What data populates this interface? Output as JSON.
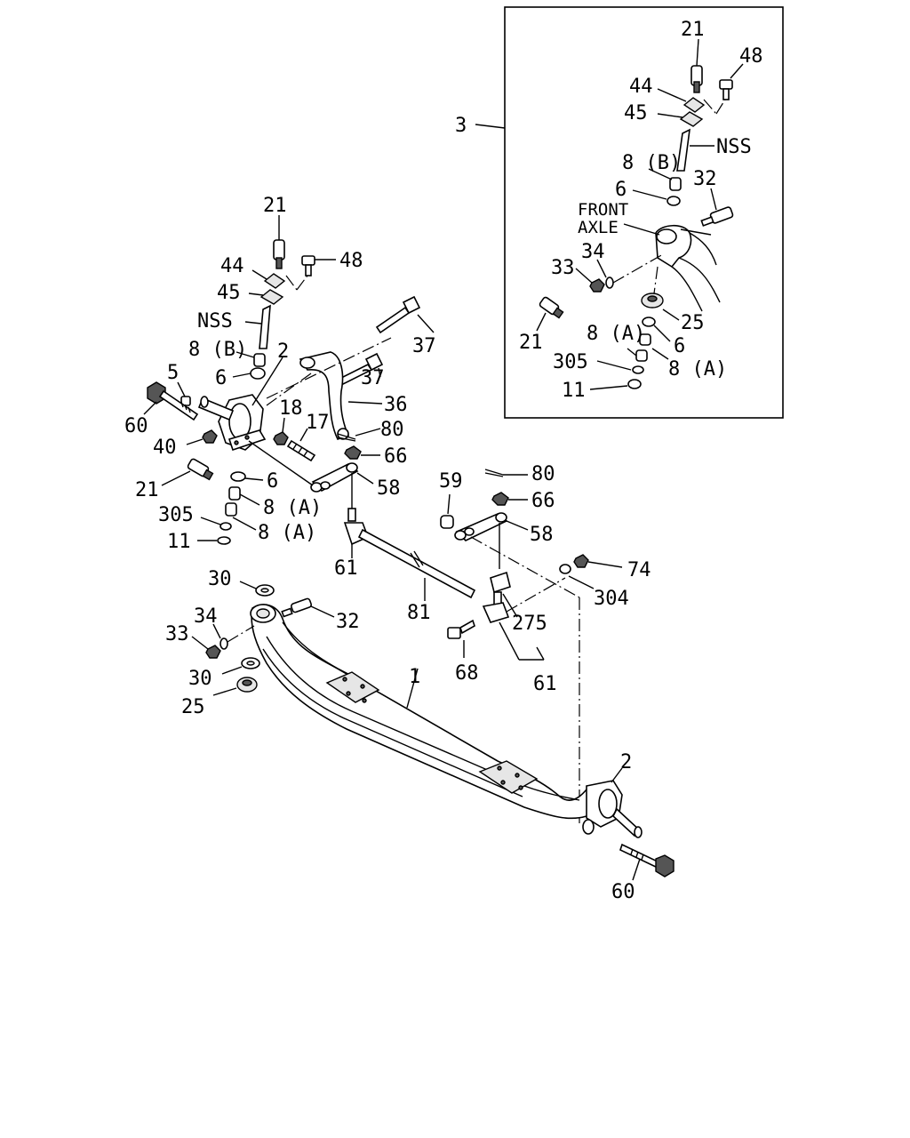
{
  "inset": {
    "title_label": "3",
    "axle_label_line1": "FRONT",
    "axle_label_line2": "AXLE",
    "labels": {
      "p21a": "21",
      "p48": "48",
      "p44": "44",
      "p45": "45",
      "nss": "NSS",
      "p8b": "8 (B)",
      "p6a": "6",
      "p32": "32",
      "p34": "34",
      "p33": "33",
      "p25": "25",
      "p21b": "21",
      "p8a1": "8 (A)",
      "p6b": "6",
      "p305": "305",
      "p8a2": "8 (A)",
      "p11": "11"
    }
  },
  "main": {
    "labels": {
      "p21": "21",
      "p48": "48",
      "p44": "44",
      "p45": "45",
      "nss": "NSS",
      "p8b": "8 (B)",
      "p2": "2",
      "p37a": "37",
      "p37b": "37",
      "p6a": "6",
      "p5": "5",
      "p36": "36",
      "p18": "18",
      "p17": "17",
      "p80a": "80",
      "p60a": "60",
      "p40": "40",
      "p66a": "66",
      "p21b": "21",
      "p6b": "6",
      "p58a": "58",
      "p8a1": "8 (A)",
      "p305": "305",
      "p8a2": "8 (A)",
      "p11": "11",
      "p59": "59",
      "p80b": "80",
      "p66b": "66",
      "p58b": "58",
      "p74": "74",
      "p61a": "61",
      "p304": "304",
      "p30a": "30",
      "p32": "32",
      "p81": "81",
      "p34": "34",
      "p275": "275",
      "p33": "33",
      "p68": "68",
      "p61b": "61",
      "p30b": "30",
      "p1": "1",
      "p25": "25",
      "p2b": "2",
      "p60b": "60"
    }
  }
}
